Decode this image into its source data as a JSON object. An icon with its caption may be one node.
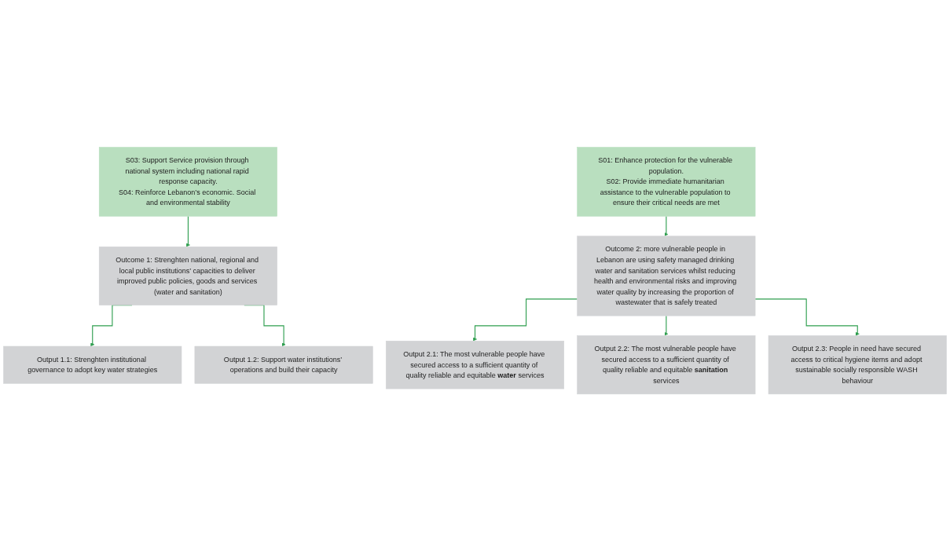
{
  "diagram": {
    "nodes": [
      {
        "text": [
          "S03: Support Service provision through national system including national rapid response capacity.",
          "S04: Reinforce Lebanon’s economic. Social and environmental stability"
        ]
      },
      {
        "text": [
          "Outcome 1: Strenghten national, regional and local public institutions’ capacities to deliver improved public policies, goods and services (water and sanitation)"
        ]
      },
      {
        "text": [
          "Output 1.1: Strenghten institutional governance to adopt key water strategies"
        ]
      },
      {
        "text": [
          "Output 1.2: Support water institutions’ operations and build their capacity"
        ]
      },
      {
        "text": [
          "S01: Enhance protection for the vulnerable population.",
          "S02: Provide immediate humanitarian assistance to the vulnerable population to ensure their critical needs are met"
        ]
      },
      {
        "text": [
          "Outcome 2: more vulnerable people in Lebanon are using safety managed drinking water and sanitation services whilst reducing health and environmental risks and improving water quality by increasing the proportion of wastewater that is safely treated"
        ]
      },
      {
        "text": [
          "Output 2.1: The most vulnerable people have secured access to a sufficient quantity of quality reliable and equitable **water** services"
        ]
      },
      {
        "text": [
          "Output 2.2: The most vulnerable people have secured access to a sufficient quantity of quality reliable and equitable **sanitation** services"
        ]
      },
      {
        "text": [
          "Output 2.3: People in need have secured access to critical hygiene items and adopt sustainable socially responsible WASH behaviour"
        ]
      }
    ],
    "edges": [
      {
        "from": 0,
        "to": 1,
        "arrow": "to"
      },
      {
        "from": 1,
        "to": 2,
        "arrow": "to"
      },
      {
        "from": 1,
        "to": 3,
        "arrow": "to"
      },
      {
        "from": 4,
        "to": 5,
        "arrow": "to"
      },
      {
        "from": 5,
        "to": 6,
        "arrow": "to"
      },
      {
        "from": 5,
        "to": 7,
        "arrow": "to"
      },
      {
        "from": 5,
        "to": 8,
        "arrow": "to"
      }
    ]
  }
}
